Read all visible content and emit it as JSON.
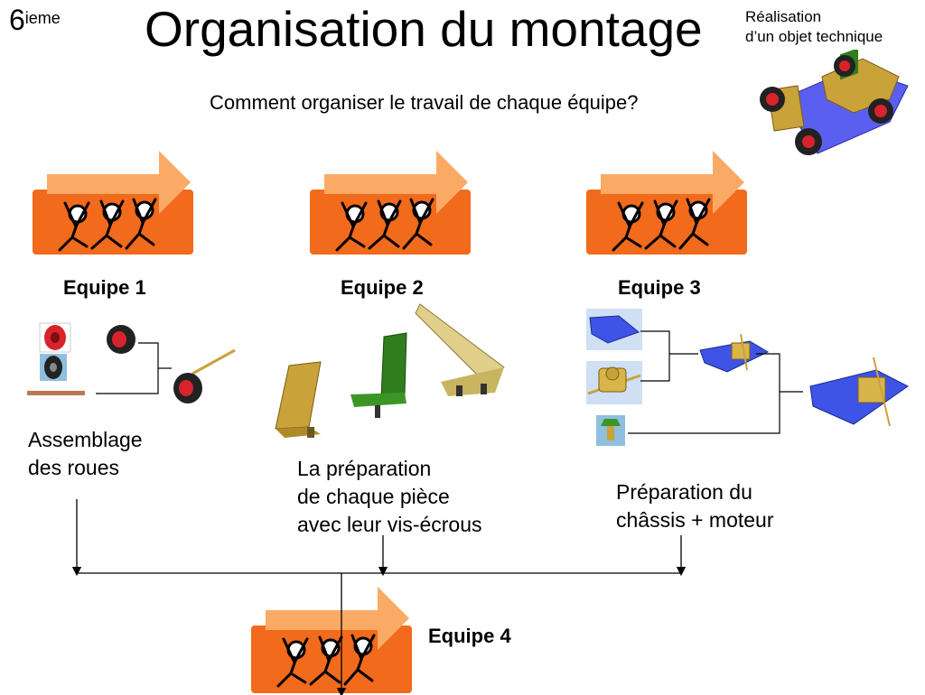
{
  "header": {
    "grade_number": "6",
    "grade_suffix": "ieme",
    "title": "Organisation du montage",
    "corner_line1": "Réalisation",
    "corner_line2": "d’un objet technique"
  },
  "question": "Comment organiser le travail de chaque équipe?",
  "teams": [
    {
      "label": "Equipe 1",
      "desc_line1": "Assemblage",
      "desc_line2": "des roues"
    },
    {
      "label": "Equipe 2",
      "desc_line1": "La préparation",
      "desc_line2": "de chaque pièce",
      "desc_line3": "avec leur vis-écrous"
    },
    {
      "label": "Equipe 3",
      "desc_line1": "Préparation du",
      "desc_line2": "châssis + moteur"
    },
    {
      "label": "Equipe 4"
    }
  ],
  "colors": {
    "team_box": "#f26a1b",
    "arrow": "#fbaa66",
    "chassis_blue": "#5b5ff0",
    "bracket_gold": "#c9a23a",
    "bracket_green": "#2f7d1d",
    "wheel_red": "#d9232a"
  }
}
